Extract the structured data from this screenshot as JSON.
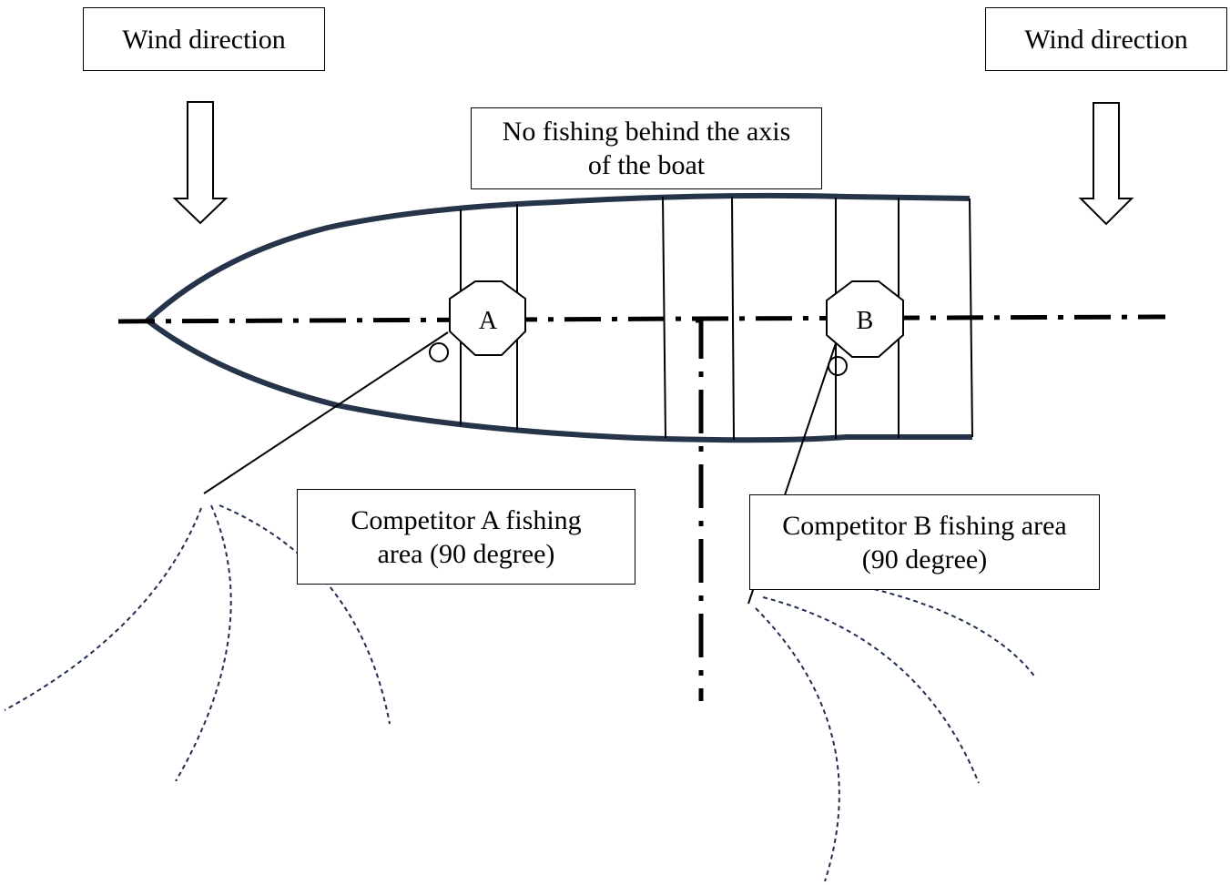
{
  "labels": {
    "wind_left": "Wind direction",
    "wind_right": "Wind direction",
    "no_fishing_line1": "No fishing behind the axis",
    "no_fishing_line2": "of the boat",
    "competitor_a_line1": "Competitor A fishing",
    "competitor_a_line2": "area (90 degree)",
    "competitor_b_line1": "Competitor B fishing area",
    "competitor_b_line2": "(90 degree)"
  },
  "positions": {
    "a": "A",
    "b": "B"
  },
  "colors": {
    "hull": "#26344a",
    "axis": "#000000",
    "cast_lines": "#1f2f4f"
  }
}
